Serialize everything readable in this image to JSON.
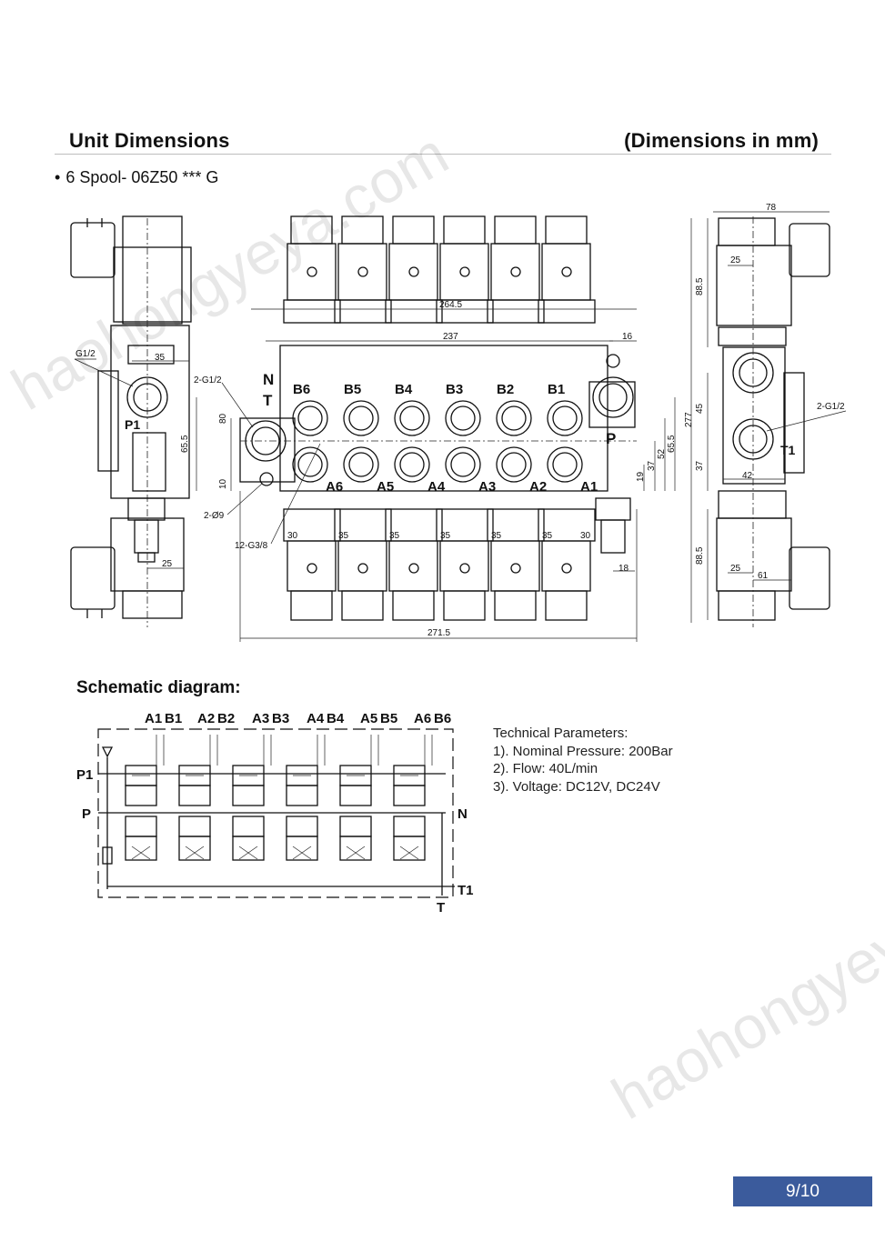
{
  "header": {
    "left_title": "Unit Dimensions",
    "right_title": "(Dimensions in mm)"
  },
  "model": {
    "bullet": "•",
    "text": "6 Spool- 06Z50 *** G"
  },
  "drawing": {
    "left_view": {
      "port_g12": "G1/2",
      "port_p1": "P1",
      "dim_35": "35",
      "dim_65_5": "65.5",
      "dim_25": "25"
    },
    "front_view": {
      "port_n": "N",
      "port_t": "T",
      "port_p": "P",
      "b_ports": [
        "B6",
        "B5",
        "B4",
        "B3",
        "B2",
        "B1"
      ],
      "a_ports": [
        "A6",
        "A5",
        "A4",
        "A3",
        "A2",
        "A1"
      ],
      "callout_2g12": "2-G1/2",
      "callout_2d9": "2-Ø9",
      "callout_12g38": "12-G3/8",
      "dim_264_5": "264.5",
      "dim_237": "237",
      "dim_16": "16",
      "dim_80": "80",
      "dim_10": "10",
      "dim_277": "277",
      "dim_65_5": "65.5",
      "dim_52": "52",
      "dim_37": "37",
      "dim_19": "19",
      "dim_18": "18",
      "spacing_first": "30",
      "spacing_mid": [
        "35",
        "35",
        "35",
        "35",
        "35"
      ],
      "spacing_last": "30",
      "dim_271_5": "271.5"
    },
    "right_view": {
      "dim_78": "78",
      "dim_25_top": "25",
      "dim_88_5_top": "88.5",
      "dim_45": "45",
      "dim_37": "37",
      "dim_42": "42",
      "dim_88_5_bottom": "88.5",
      "dim_25_bottom": "25",
      "dim_61": "61",
      "callout_2g12": "2-G1/2",
      "port_t1": "T1"
    }
  },
  "schematic": {
    "title": "Schematic diagram:",
    "top_labels": [
      "A1",
      "B1",
      "A2",
      "B2",
      "A3",
      "B3",
      "A4",
      "B4",
      "A5",
      "B5",
      "A6",
      "B6"
    ],
    "label_p1": "P1",
    "label_p": "P",
    "label_n": "N",
    "label_t1": "T1",
    "label_t": "T"
  },
  "tech": {
    "title": "Technical Parameters:",
    "items": [
      "1). Nominal Pressure: 200Bar",
      "2). Flow: 40L/min",
      "3). Voltage: DC12V, DC24V"
    ]
  },
  "watermark": "haohongyeya.com",
  "page_number": "9/10",
  "colors": {
    "page_box": "#3b5b9c",
    "rule": "#bdbdbd"
  }
}
